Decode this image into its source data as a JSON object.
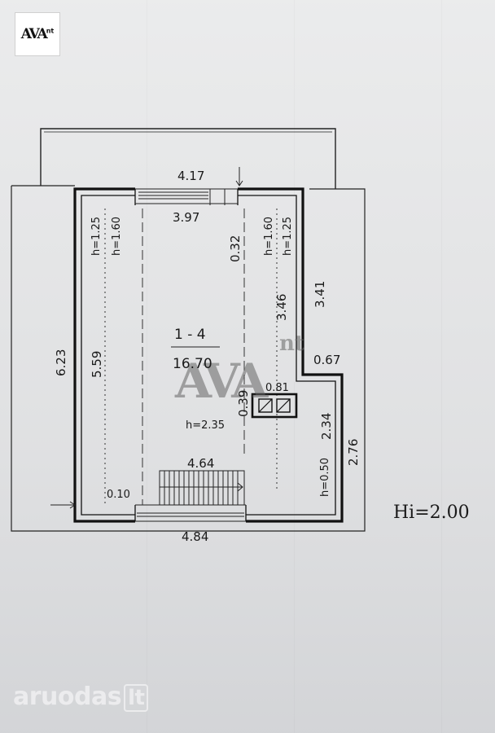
{
  "logo": {
    "main": "AVA",
    "sup": "nt"
  },
  "watermark": {
    "main": "AVA",
    "sup": "nt"
  },
  "room": {
    "number": "1 - 4",
    "area": "16.70",
    "height": "h=2.35"
  },
  "dimensions": {
    "top_outer": "4.17",
    "top_inner": "3.97",
    "bottom_outer": "4.84",
    "bottom_inner": "4.64",
    "left_outer": "6.23",
    "left_inner": "5.59",
    "right_upper_outer": "3.41",
    "right_upper_inner": "3.46",
    "right_lower_outer": "2.76",
    "right_lower_inner": "2.34",
    "notch_width": "0.67",
    "chimney_width": "0.81",
    "chimney_offset": "0.39",
    "top_offset": "0.32",
    "wall_thickness": "0.10"
  },
  "heights": {
    "left_low": "h=1.25",
    "left_high": "h=1.60",
    "right_high": "h=1.60",
    "right_low": "h=1.25",
    "right_bottom": "h=0.50"
  },
  "hi": "Hi=2.00",
  "footer": {
    "site": "aruodas",
    "tld": "lt"
  }
}
